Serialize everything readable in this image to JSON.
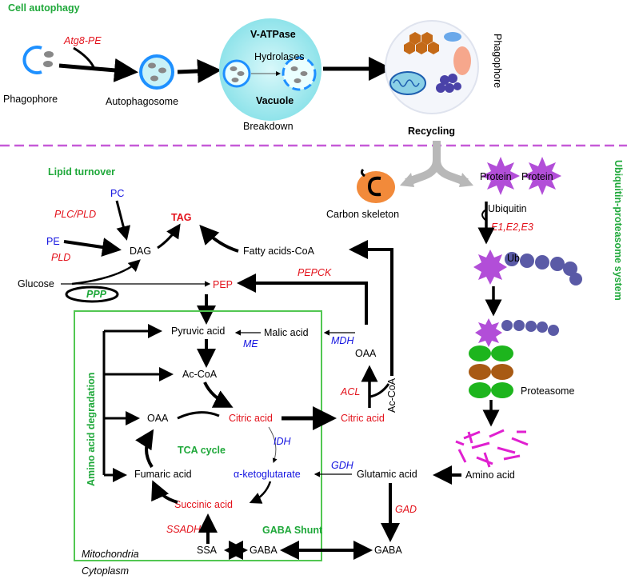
{
  "colors": {
    "green": "#1fa83a",
    "red": "#e3121b",
    "blue": "#1414e0",
    "purple": "#b24ed8",
    "vacuole": "#9fe8ee",
    "proteasome_green": "#1db51d",
    "proteasome_brown": "#a85a14",
    "ub": "#5a5aa6"
  },
  "sections": {
    "autophagy": "Cell autophagy",
    "lipid": "Lipid turnover",
    "ups": "Ubiquitin-proteasome system",
    "aa_degradation": "Amino acid degradation",
    "tca": "TCA cycle",
    "gaba_shunt": "GABA Shunt"
  },
  "autophagy": {
    "phagophore": "Phagophore",
    "atg8": "Atg8-PE",
    "autophagosome": "Autophagosome",
    "vatpase": "V-ATPase",
    "hydrolases": "Hydrolases",
    "vacuole": "Vacuole",
    "breakdown": "Breakdown",
    "phagophore2": "Phagophore",
    "recycling": "Recycling"
  },
  "recycle": {
    "carbon": "Carbon skeleton",
    "protein1": "Protein",
    "protein2": "Protein",
    "ubiquitin": "Ubiquitin",
    "e123": "E1,E2,E3",
    "ub": "Ub",
    "proteasome": "Proteasome",
    "amino_acid": "Amino acid"
  },
  "lipid": {
    "pc": "PC",
    "plc_pld": "PLC/PLD",
    "tag": "TAG",
    "pe": "PE",
    "pld": "PLD",
    "dag": "DAG",
    "fatty": "Fatty acids-CoA",
    "glucose": "Glucose",
    "ppp": "PPP",
    "pep": "PEP",
    "pepck": "PEPCK"
  },
  "metab": {
    "pyruvic": "Pyruvic acid",
    "malic": "Malic acid",
    "me": "ME",
    "mdh": "MDH",
    "oaa_right": "OAA",
    "acoa_right": "Ac-CoA",
    "acl": "ACL",
    "acoa": "Ac-CoA",
    "oaa": "OAA",
    "citric": "Citric acid",
    "citric_cyto": "Citric acid",
    "idh": "IDH",
    "gdh": "GDH",
    "ketoglutarate": "α-ketoglutarate",
    "glutamic": "Glutamic acid",
    "fumaric": "Fumaric acid",
    "succinic": "Succinic acid",
    "gad": "GAD",
    "ssadh": "SSADH",
    "ssa": "SSA",
    "gaba1": "GABA",
    "gaba2": "GABA",
    "mitochondria": "Mitochondria",
    "cytoplasm": "Cytoplasm"
  }
}
